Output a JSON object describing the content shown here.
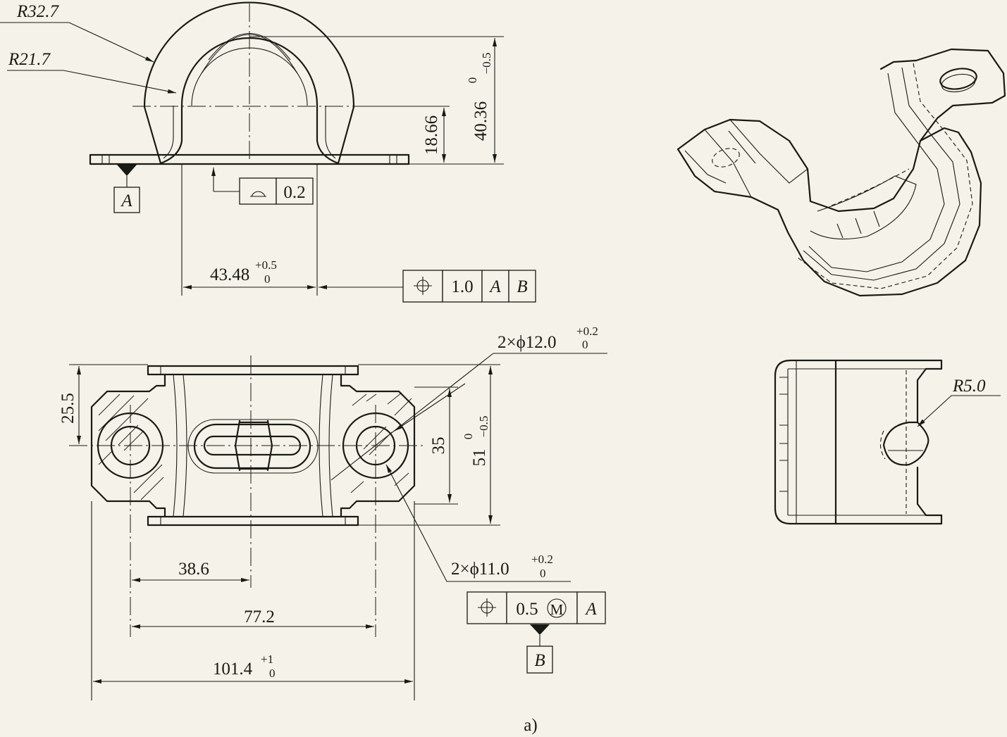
{
  "front_view": {
    "radius_outer": "R32.7",
    "radius_inner": "R21.7",
    "height_main": "40.36",
    "height_tol_upper": "0",
    "height_tol_lower": "−0.5",
    "height_center": "18.66",
    "profile_tolerance": "0.2",
    "datum_a": "A",
    "width_main": "43.48",
    "width_tol_upper": "+0.5",
    "width_tol_lower": "0",
    "position_frame": {
      "value": "1.0",
      "datum1": "A",
      "datum2": "B"
    }
  },
  "top_view": {
    "hole_large": "2×ϕ12.0",
    "hole_large_tol_upper": "+0.2",
    "hole_large_tol_lower": "0",
    "hole_small": "2×ϕ11.0",
    "hole_small_tol_upper": "+0.2",
    "hole_small_tol_lower": "0",
    "dim_edge": "25.5",
    "dim_span": "35",
    "dim_width_main": "51",
    "dim_width_tol_upper": "0",
    "dim_width_tol_lower": "−0.5",
    "dim_half": "38.6",
    "dim_centers": "77.2",
    "dim_length": "101.4",
    "dim_length_tol_upper": "+1",
    "dim_length_tol_lower": "0",
    "position_frame": {
      "value": "0.5",
      "modifier": "M",
      "datum": "A"
    },
    "datum_b": "B"
  },
  "side_view": {
    "radius": "R5.0"
  },
  "caption": "a)",
  "icons": [
    "position-symbol-icon",
    "profile-surface-icon",
    "datum-triangle-icon"
  ]
}
